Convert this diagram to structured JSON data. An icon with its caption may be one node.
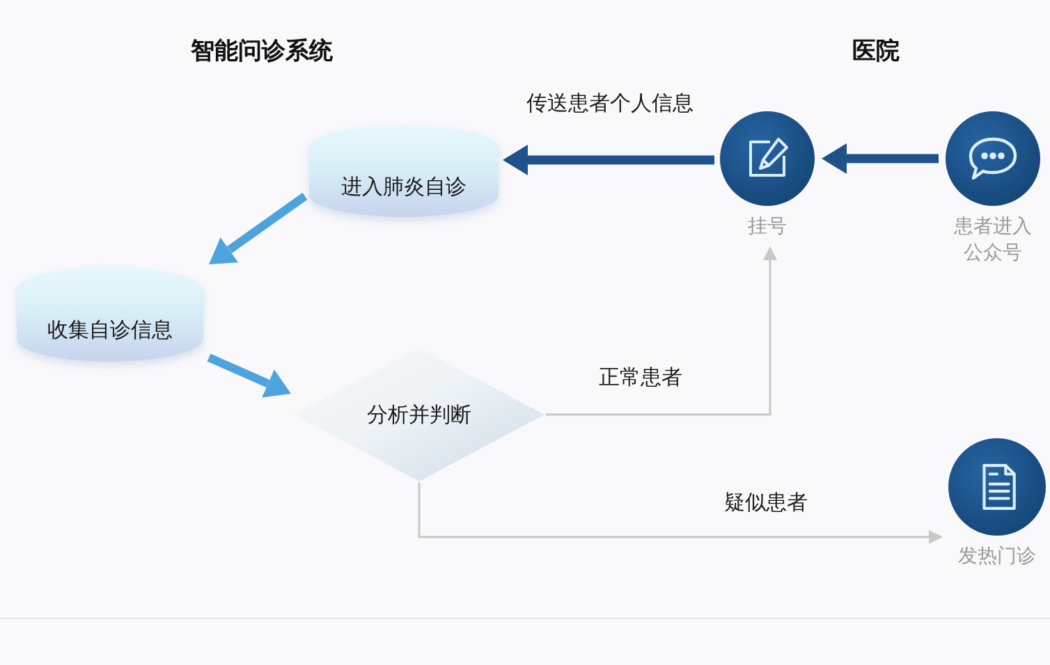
{
  "diagram": {
    "title": "智能问诊系统",
    "nodes": [
      {
        "text": [
          "进入肺炎自诊"
        ]
      },
      {
        "text": [
          "收集自诊信息"
        ]
      },
      {
        "text": [
          "分析并判断"
        ]
      },
      {
        "text": [
          "挂号"
        ]
      },
      {
        "text": [
          "患者进入公众号"
        ]
      },
      {
        "text": [
          "发热门诊"
        ]
      }
    ],
    "edges": [
      {
        "from": 4,
        "to": 3,
        "arrow": "to",
        "color": "#1d538a"
      },
      {
        "from": 3,
        "to": 0,
        "arrow": "to",
        "label": "传送患者个人信息",
        "color": "#1d538a"
      },
      {
        "from": 0,
        "to": 1,
        "arrow": "to",
        "color": "#4da3dd"
      },
      {
        "from": 1,
        "to": 2,
        "arrow": "to",
        "color": "#4da3dd"
      },
      {
        "from": 2,
        "to": 3,
        "arrow": "to",
        "label": "正常患者",
        "color": "#c8c8c8"
      },
      {
        "from": 2,
        "to": 5,
        "arrow": "to",
        "label": "疑似患者",
        "color": "#c8c8c8"
      }
    ],
    "labels": [
      "医院"
    ]
  }
}
